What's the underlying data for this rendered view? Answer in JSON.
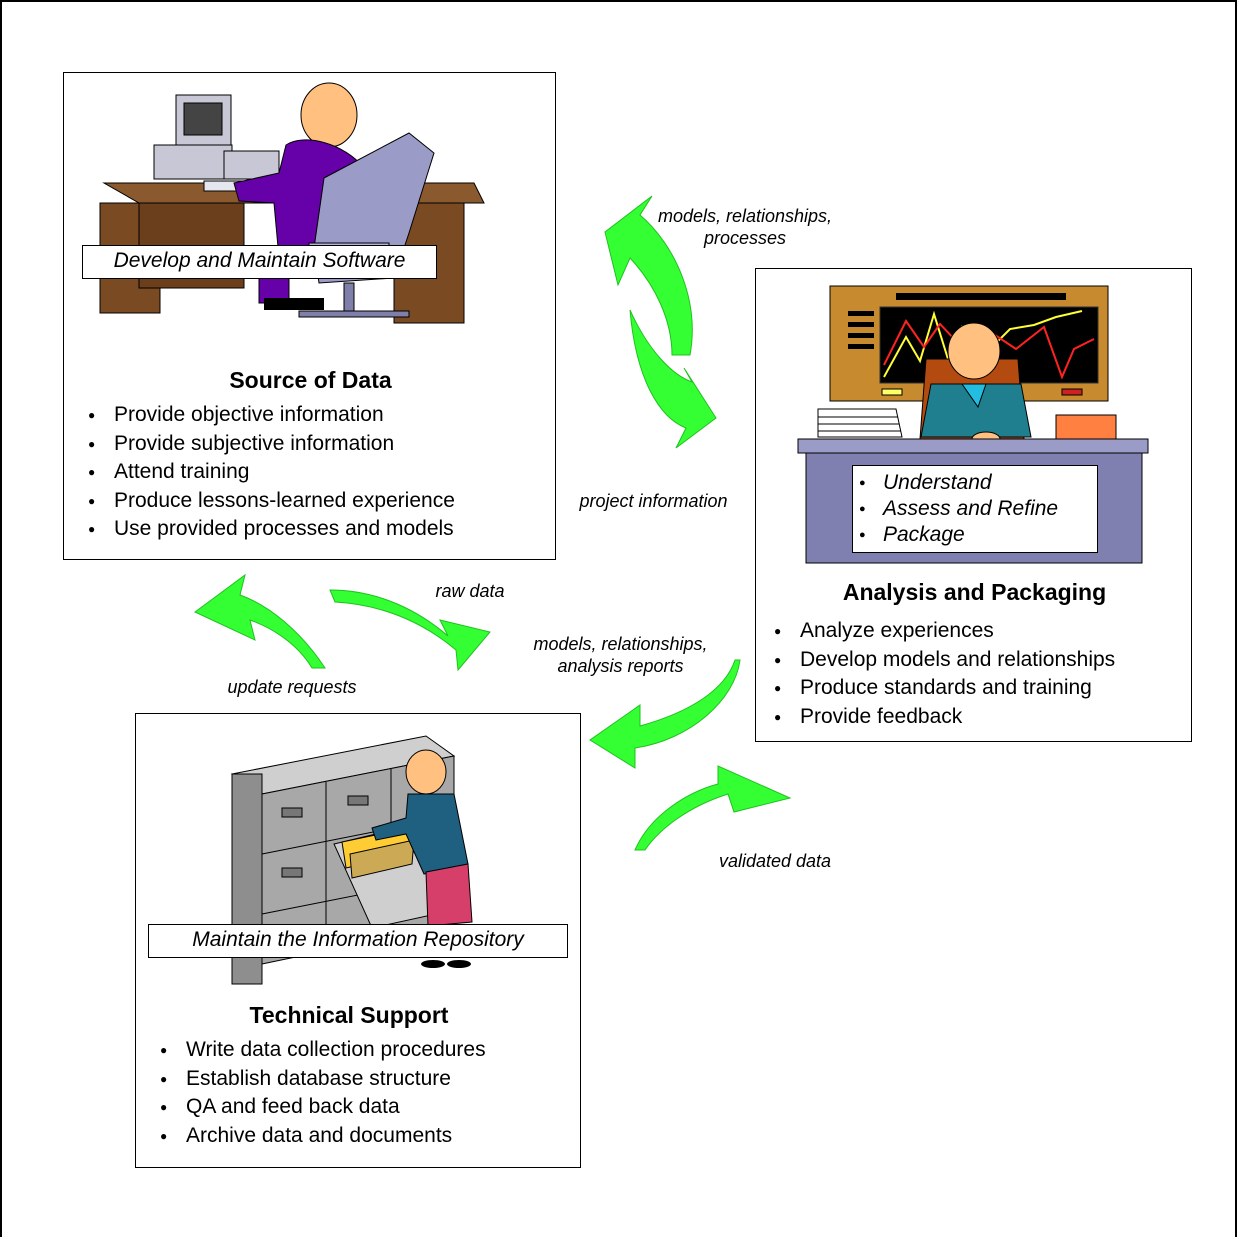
{
  "source": {
    "caption": "Develop and Maintain Software",
    "title": "Source of Data",
    "items": [
      "Provide objective information",
      "Provide subjective information",
      "Attend training",
      "Produce lessons-learned experience",
      "Use provided processes and models"
    ]
  },
  "analysis": {
    "inner_items": [
      "Understand",
      "Assess and Refine",
      "Package"
    ],
    "title": "Analysis and Packaging",
    "items": [
      "Analyze experiences",
      "Develop models and relationships",
      "Produce standards and training",
      "Provide feedback"
    ]
  },
  "support": {
    "caption": "Maintain the Information Repository",
    "title": "Technical Support",
    "items": [
      "Write data collection procedures",
      "Establish database structure",
      "QA and feed back data",
      "Archive data and documents"
    ]
  },
  "flows": {
    "models_processes": [
      "models, relationships,",
      "processes"
    ],
    "project_information": "project information",
    "raw_data": "raw data",
    "update_requests": "update requests",
    "models_reports": [
      "models, relationships,",
      "analysis reports"
    ],
    "validated_data": "validated data"
  },
  "colors": {
    "arrow_fill": "#33ff33",
    "desk": "#7a4a22",
    "computer": "#c7c7d6",
    "shirt_purple": "#6600a8",
    "chair": "#9b9bc8",
    "skin": "#ffc080",
    "cabinet": "#a8a8a8",
    "monitor_frame": "#c88a2e",
    "jacket": "#1f7f8f"
  }
}
